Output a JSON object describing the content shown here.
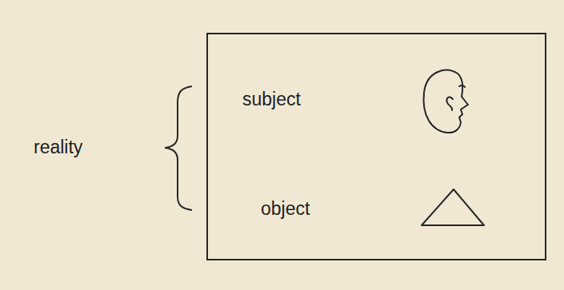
{
  "diagram": {
    "nodes": [
      {
        "text": [
          "subject",
          "object"
        ]
      }
    ],
    "labels": [
      "reality"
    ]
  }
}
